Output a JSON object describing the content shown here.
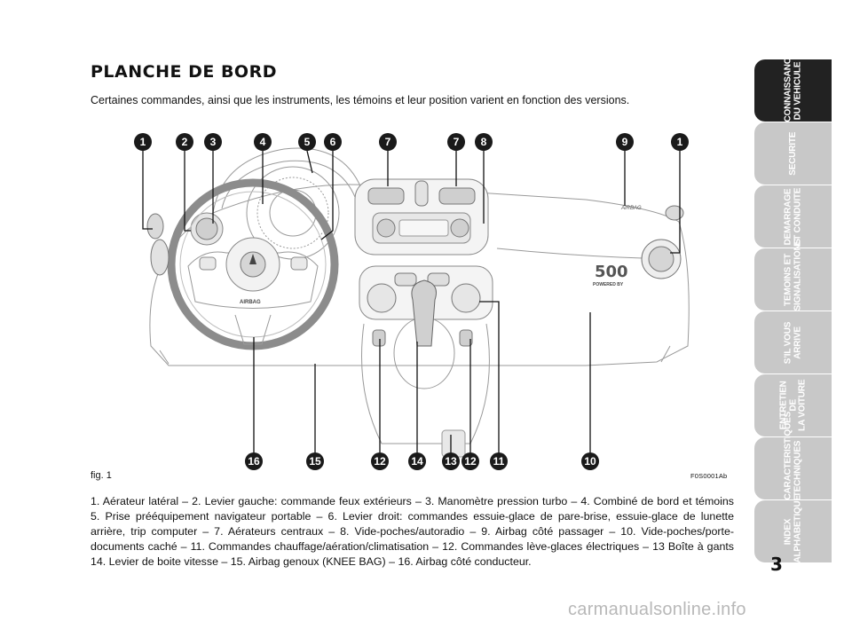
{
  "page": {
    "title": "PLANCHE DE BORD",
    "intro": "Certaines commandes, ainsi que les instruments, les témoins et leur position varient en fonction des versions.",
    "figure_label": "fig. 1",
    "figure_code": "F0S0001Ab",
    "caption": "1. Aérateur latéral – 2. Levier gauche: commande feux extérieurs – 3. Manomètre pression turbo – 4. Combiné de bord et témoins 5. Prise prééquipement navigateur portable – 6. Levier droit: commandes essuie-glace de pare-brise, essuie-glace de lunette arrière, trip computer – 7. Aérateurs centraux – 8. Vide-poches/autoradio – 9. Airbag côté passager – 10. Vide-poches/porte-documents caché – 11. Commandes chauffage/aération/climatisation – 12. Commandes lève-glaces électriques – 13 Boîte à gants 14. Levier de boite vitesse – 15. Airbag genoux (KNEE BAG) – 16. Airbag côté conducteur.",
    "page_number": "3",
    "watermark": "carmanualsonline.info"
  },
  "figure": {
    "top_labels": [
      "1",
      "2",
      "3",
      "4",
      "5",
      "6",
      "7",
      "7",
      "8",
      "9",
      "1"
    ],
    "bottom_labels": [
      "16",
      "15",
      "12",
      "14",
      "13",
      "12",
      "11",
      "10"
    ],
    "wheel_text": "AIRBAG",
    "dash_text": "AIRBAG",
    "brand_text": "500",
    "powered_text": "POWERED BY"
  },
  "tabs": [
    {
      "label": "CONNAISSANCE\nDU VEHICULE",
      "active": true
    },
    {
      "label": "SECURITE",
      "active": false
    },
    {
      "label": "DEMARRAGE\nET CONDUITE",
      "active": false
    },
    {
      "label": "TEMOINS ET\nSIGNALISATIONS",
      "active": false
    },
    {
      "label": "S’IL VOUS\nARRIVE",
      "active": false
    },
    {
      "label": "ENTRETIEN DE\nLA VOITURE",
      "active": false
    },
    {
      "label": "CARACTERISTIQUES\nTECHNIQUES",
      "active": false
    },
    {
      "label": "INDEX\nALPHABETIQUE",
      "active": false
    }
  ],
  "colors": {
    "tab_active": "#222222",
    "tab_inactive": "#c8c8c8",
    "badge": "#1a1a1a"
  }
}
